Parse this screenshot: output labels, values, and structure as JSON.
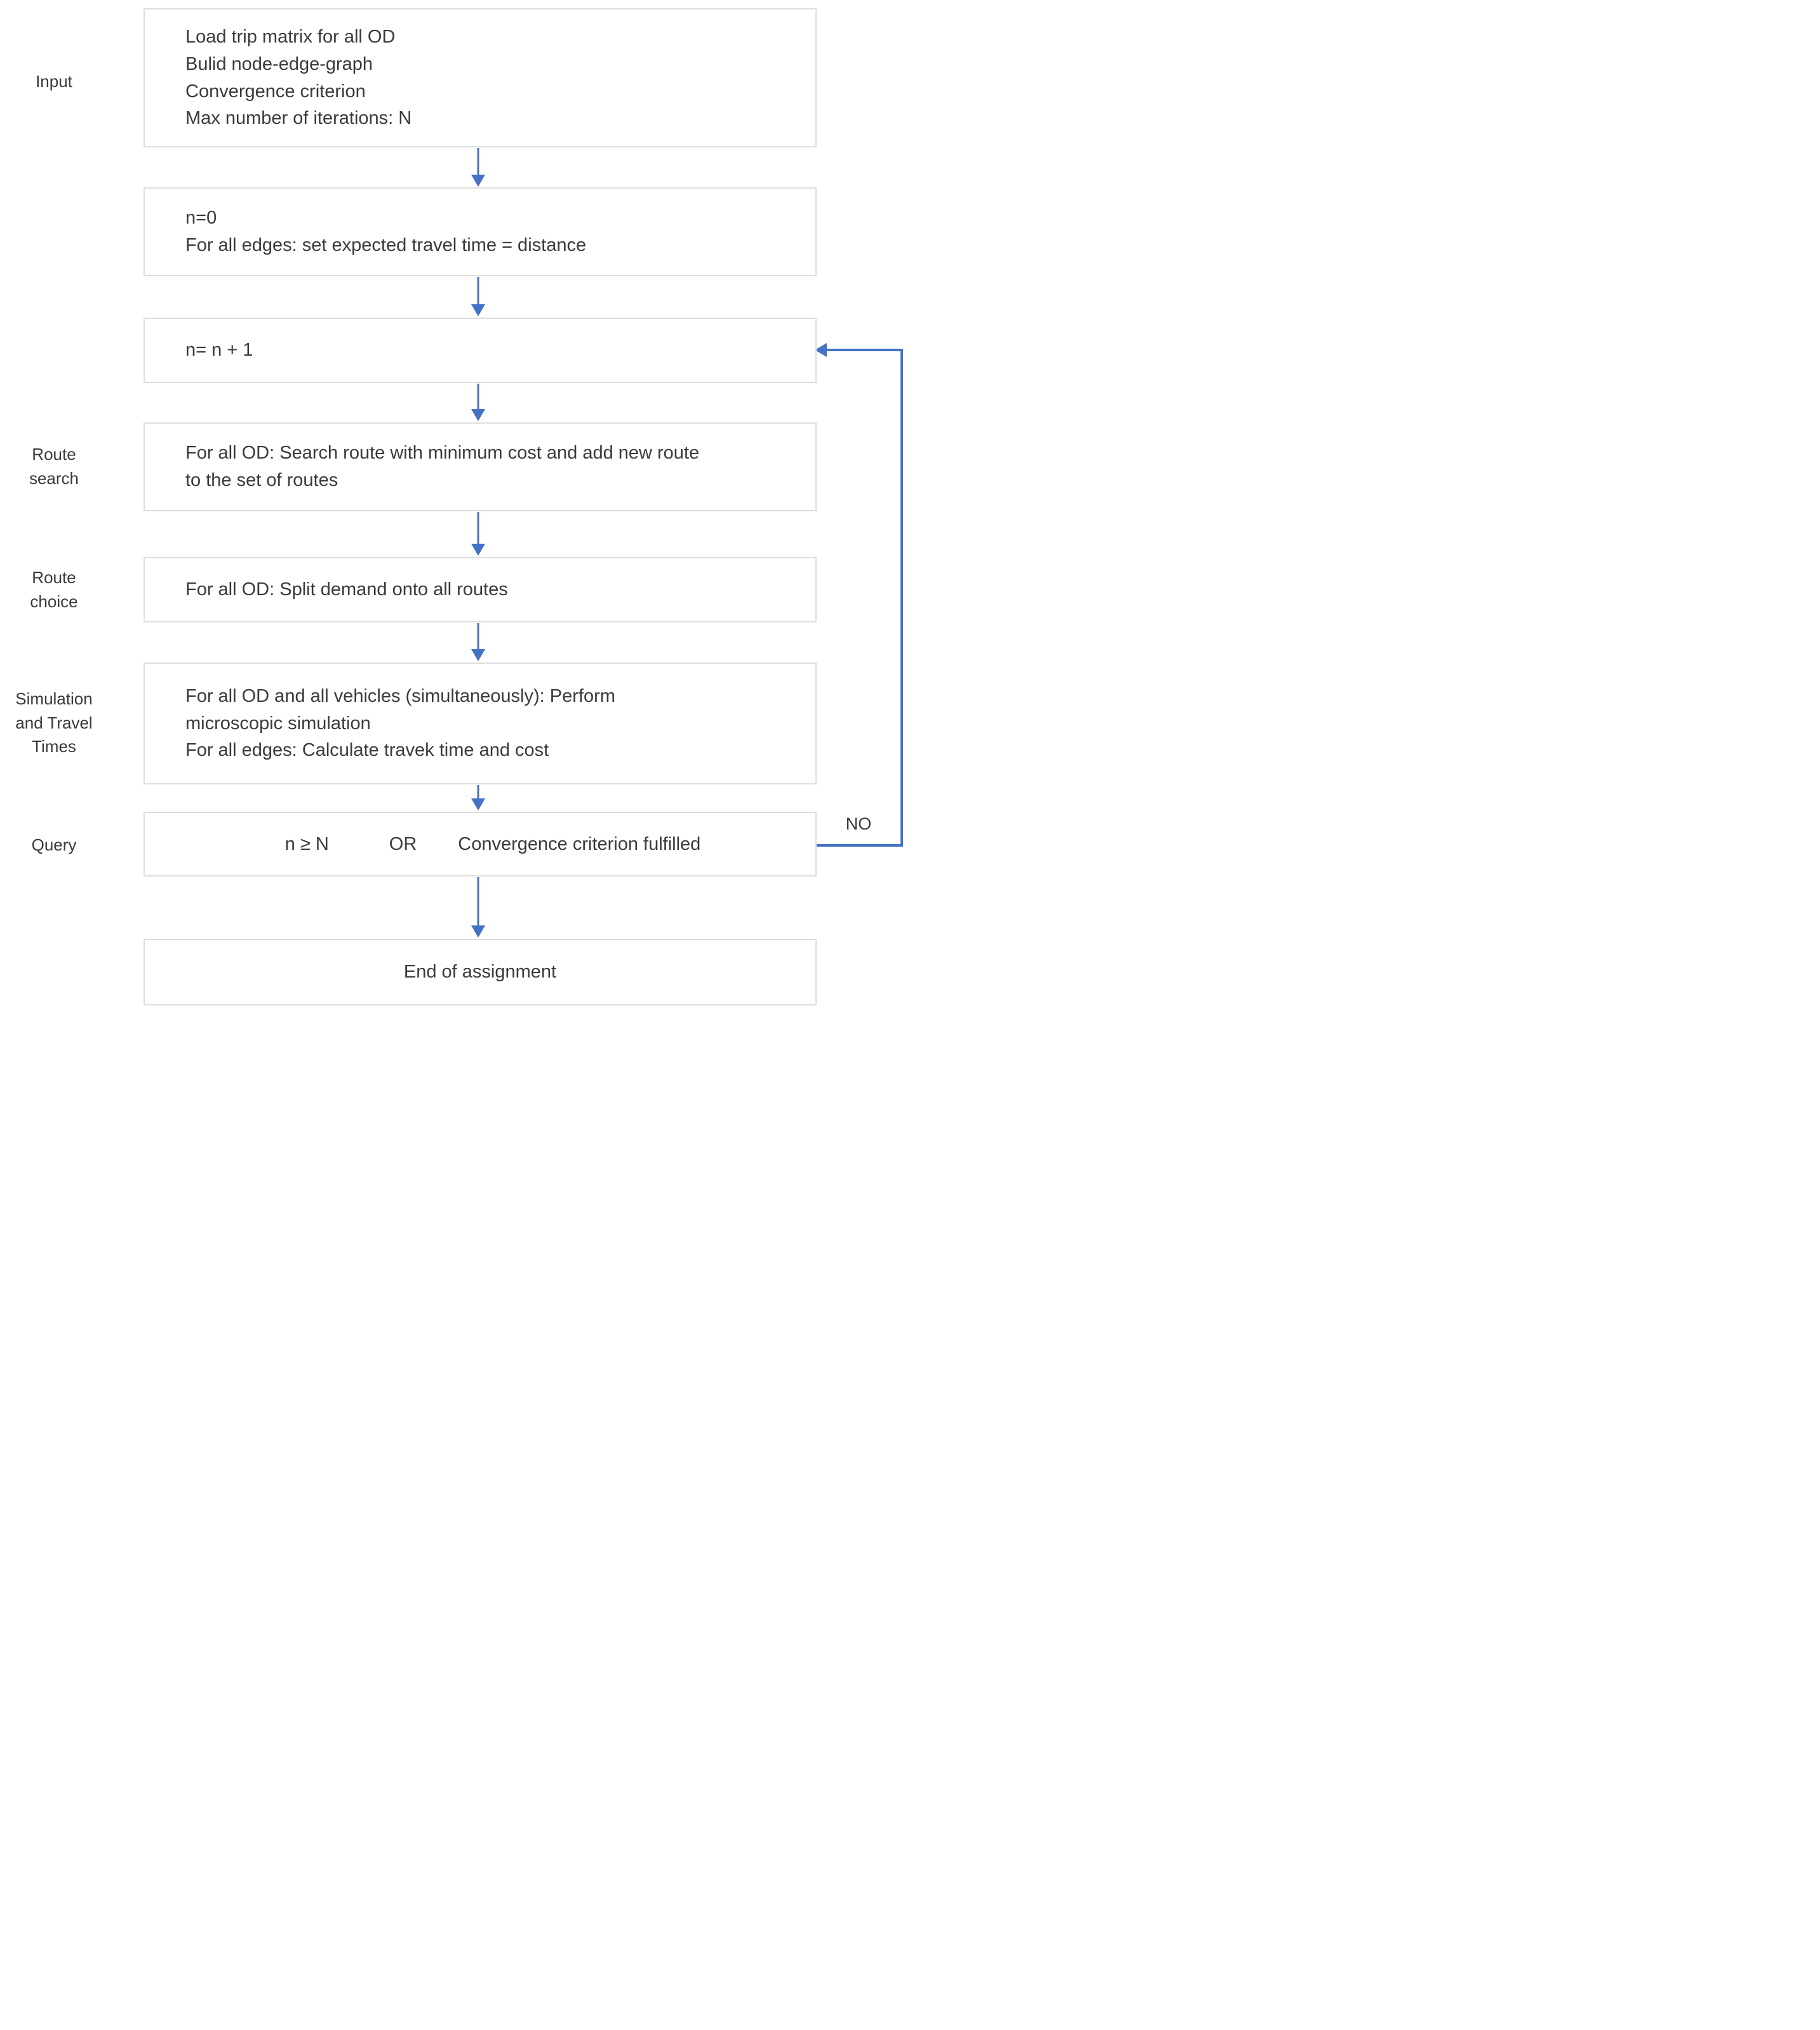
{
  "diagram": {
    "colors": {
      "accent": "#4472C4",
      "box_border": "#dedede",
      "text": "#3a3a3a",
      "background": "#ffffff"
    },
    "stage_labels": [
      {
        "id": "input",
        "text": "Input"
      },
      {
        "id": "route-search",
        "text": "Route\nsearch"
      },
      {
        "id": "route-choice",
        "text": "Route\nchoice"
      },
      {
        "id": "simulation-and-travel-times",
        "text": "Simulation\nand Travel\nTimes"
      },
      {
        "id": "query",
        "text": "Query"
      }
    ],
    "boxes": [
      {
        "name": "input-box",
        "lines": [
          "Load trip matrix for all OD",
          "Bulid node-edge-graph",
          "Convergence criterion",
          "Max number of iterations: N"
        ]
      },
      {
        "name": "initialization-box",
        "lines": [
          "n=0",
          "For all edges: set expected travel time = distance"
        ]
      },
      {
        "name": "iteration-counter-box",
        "lines": [
          "n= n + 1"
        ]
      },
      {
        "name": "route-search-box",
        "lines": [
          "For all OD: Search route with minimum cost and add new route",
          "to the set of routes"
        ]
      },
      {
        "name": "route-choice-box",
        "lines": [
          "For all OD: Split demand onto all routes"
        ]
      },
      {
        "name": "simulation-box",
        "lines": [
          "For all OD and all vehicles (simultaneously): Perform",
          "microscopic simulation",
          "For all edges: Calculate travek time and cost"
        ]
      },
      {
        "name": "query-box",
        "segments": [
          "n ≥ N",
          "OR",
          "Convergence criterion fulfilled"
        ]
      },
      {
        "name": "end-box",
        "lines": [
          "End of assignment"
        ]
      }
    ],
    "loop_label": "NO"
  }
}
